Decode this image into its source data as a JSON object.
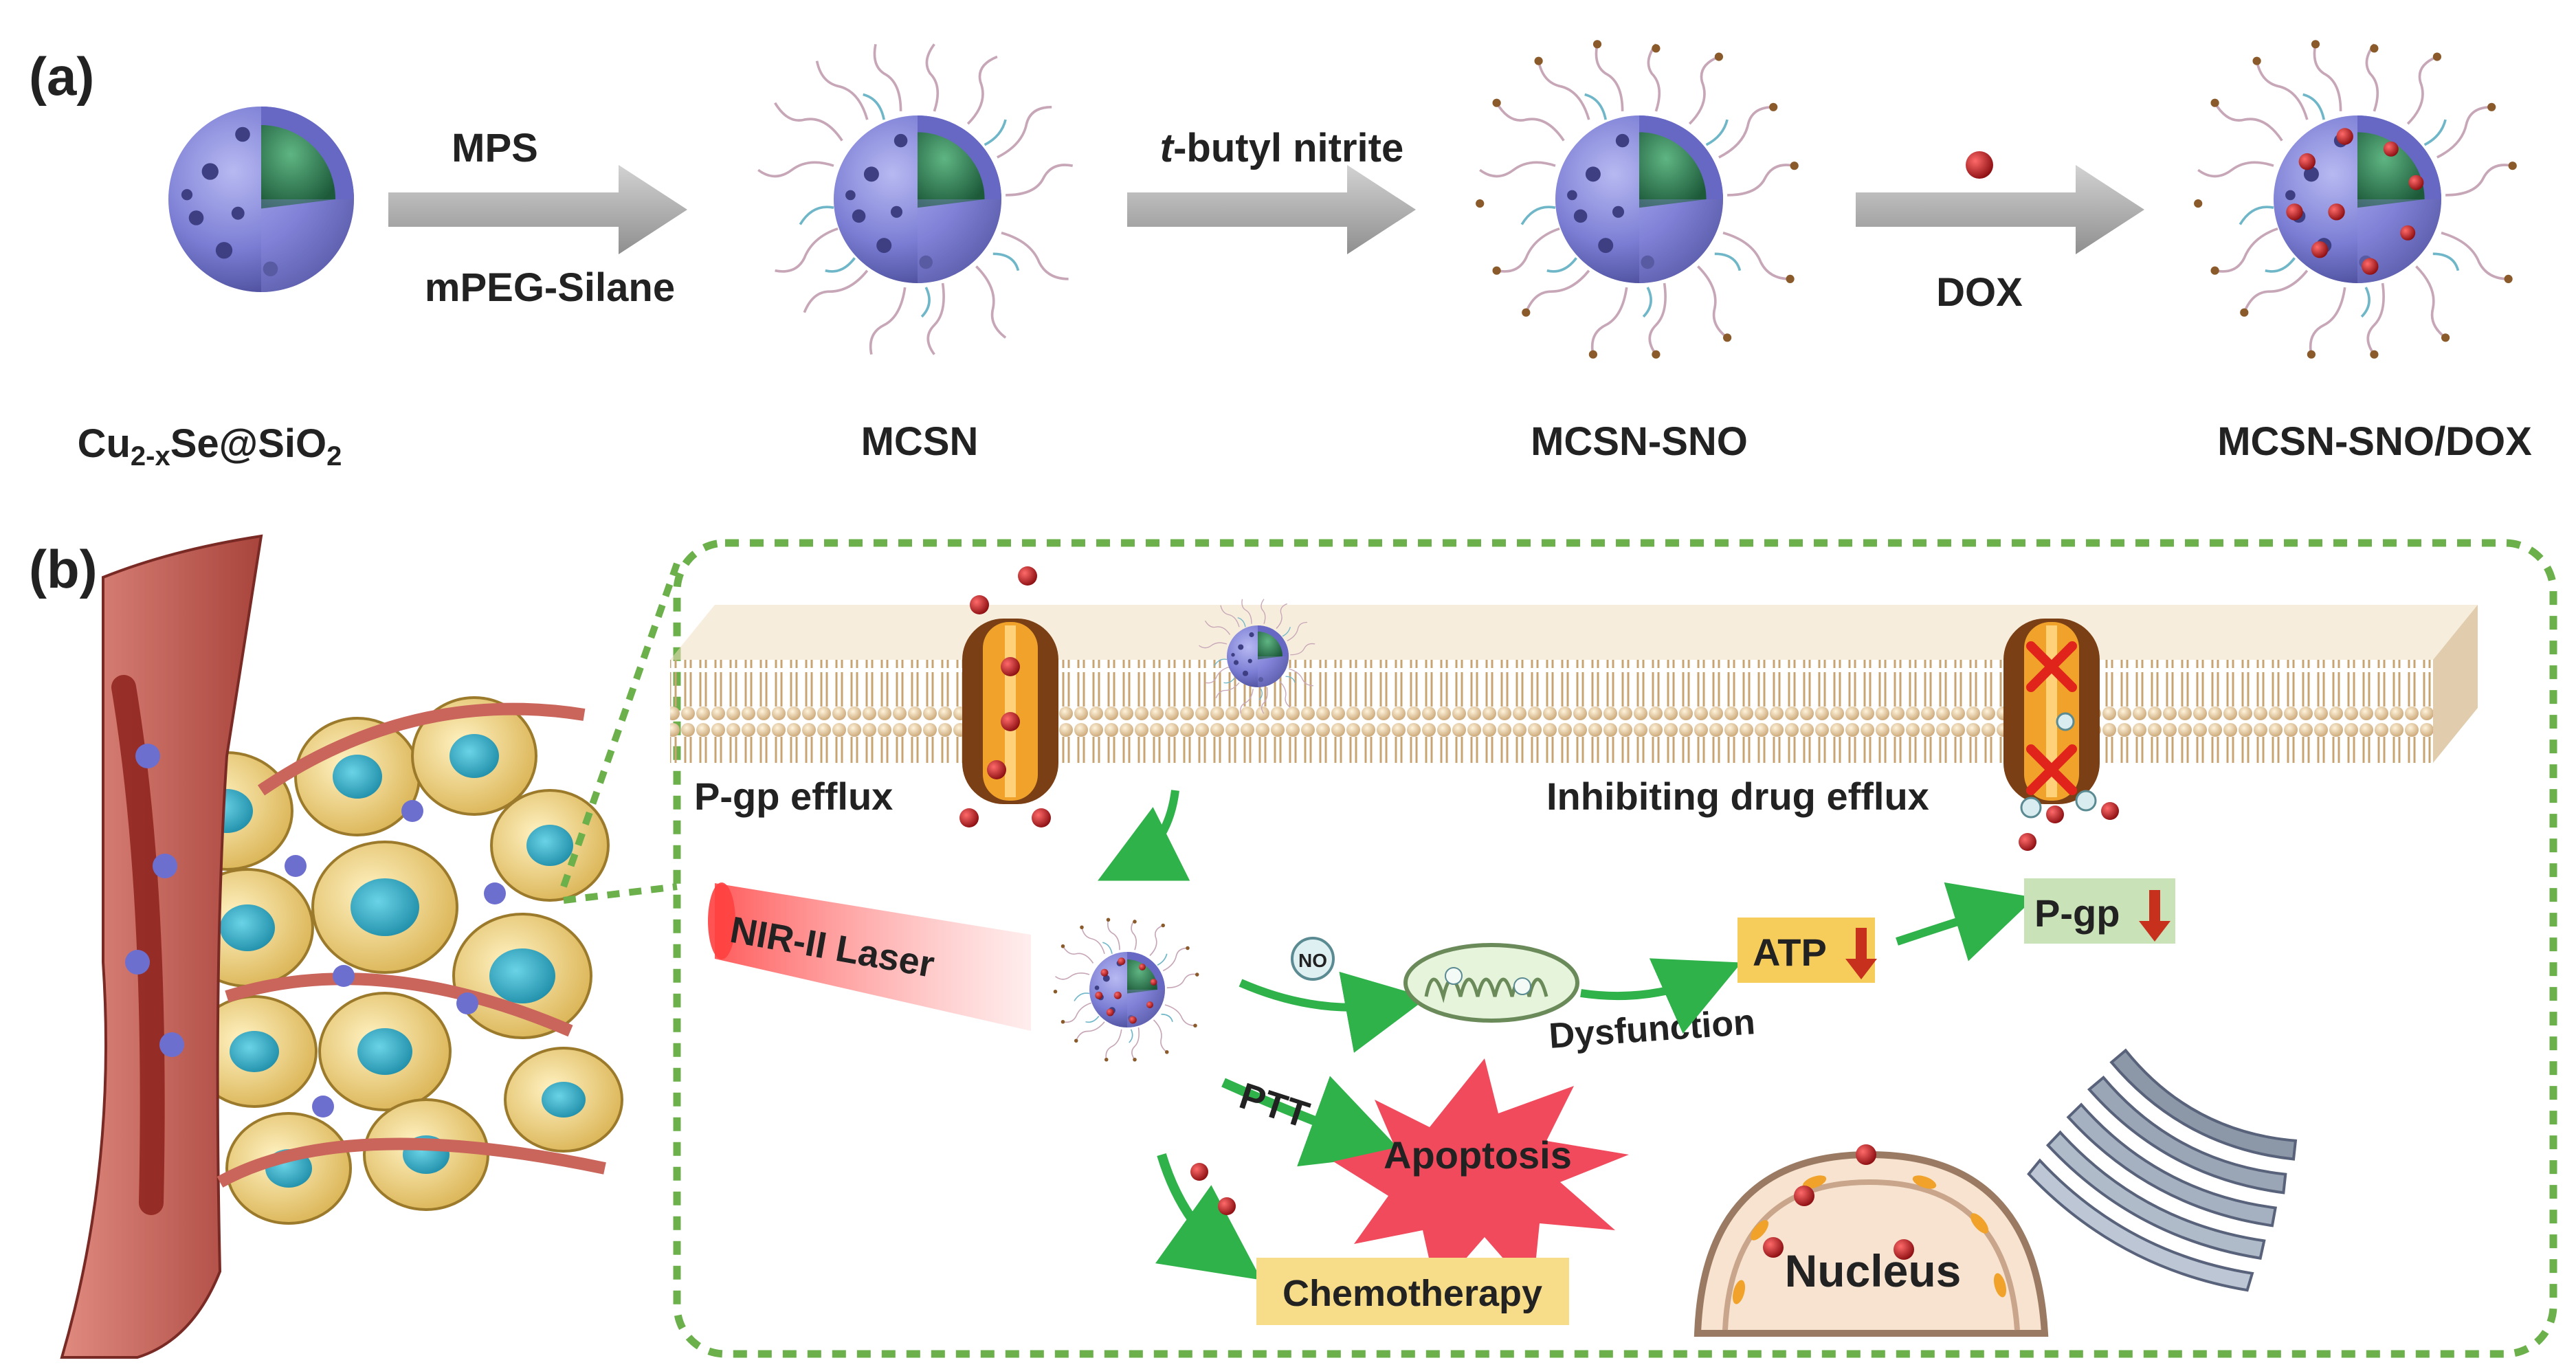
{
  "panel_a": {
    "label": "(a)",
    "steps": {
      "s1": "Cu",
      "s1_sub": "2-x",
      "s1_mid": "Se@SiO",
      "s1_sub2": "2",
      "s2": "MCSN",
      "s3": "MCSN-SNO",
      "s4": "MCSN-SNO/DOX"
    },
    "arrows": {
      "a1_top": "MPS",
      "a1_bottom": "mPEG-Silane",
      "a2_italic": "t",
      "a2_rest": "-butyl nitrite",
      "a3_bottom": "DOX"
    }
  },
  "panel_b": {
    "label": "(b)",
    "pgp_efflux": "P-gp efflux",
    "inhibiting": "Inhibiting drug efflux",
    "laser": "NIR-II Laser",
    "no_label": "NO",
    "dysfunction": "Dysfunction",
    "atp": "ATP",
    "pgp": "P-gp",
    "ptt": "PTT",
    "apoptosis": "Apoptosis",
    "chemo": "Chemotherapy",
    "nucleus": "Nucleus"
  },
  "colors": {
    "particle": "#7d7fd6",
    "core": "#2f7d55",
    "arrow_gray": "#a8a8a8",
    "green_arrow": "#2fb24a",
    "dashed_border": "#6bb04a",
    "dox_red": "#b0161b",
    "vessel": "#c9655a",
    "atp_box": "#f6cc5a",
    "pgp_box": "#c9e2b8",
    "chemo_box": "#f7dc8a",
    "apoptosis": "#f04a5c"
  }
}
